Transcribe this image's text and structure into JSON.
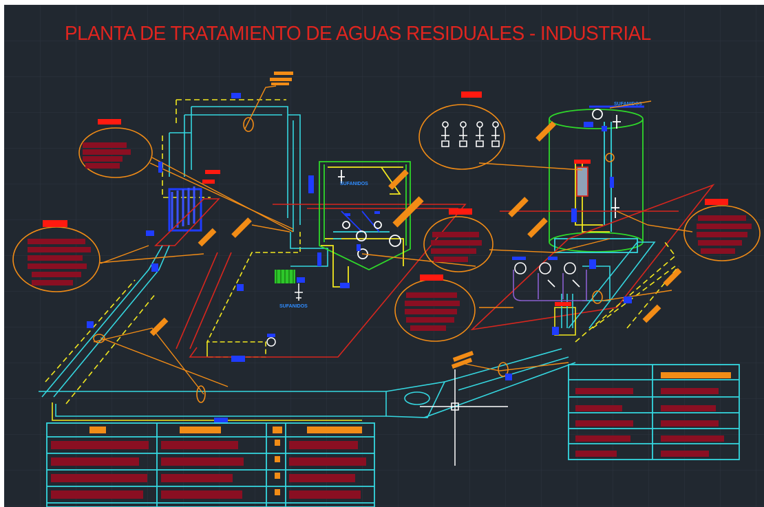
{
  "drawing": {
    "title": "PLANTA DE TRATAMIENTO DE AGUAS RESIDUALES - INDUSTRIAL",
    "labels": {
      "tank_center": "SUFANIDOS",
      "pump_center": "SUFANIDOS",
      "tank_right": "SUFANIDOS"
    }
  },
  "colors": {
    "background": "#212830",
    "grid": "#2c343e",
    "title": "#e0251f",
    "cyan": "#35d7e0",
    "yellow": "#f2e81f",
    "orange": "#f28c16",
    "red": "#d8261e",
    "green": "#2fd82a",
    "blue": "#1f3cff",
    "dark_red": "#8a0f22",
    "white": "#ffffff"
  }
}
